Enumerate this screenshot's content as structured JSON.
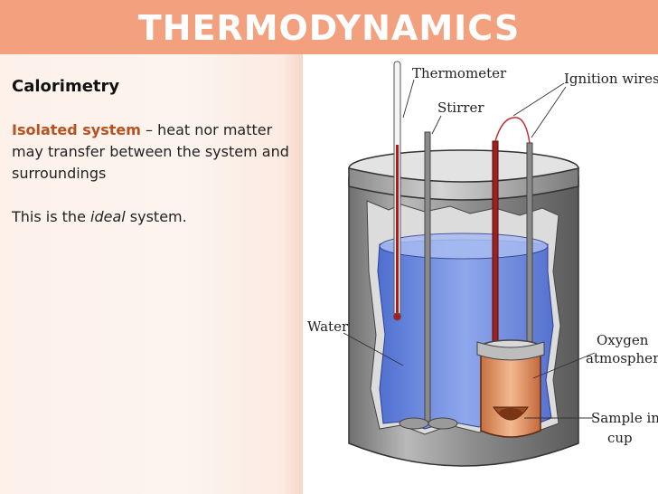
{
  "header": {
    "title": "THERMODYNAMICS"
  },
  "content": {
    "subtitle": "Calorimetry",
    "term": "Isolated system",
    "definition": " – heat nor matter may transfer between the system and surroundings",
    "ideal_prefix": "This is the ",
    "ideal_word": "ideal",
    "ideal_suffix": " system."
  },
  "figure": {
    "labels": {
      "thermometer": "Thermometer",
      "ignition": "Ignition wires",
      "stirrer": "Stirrer",
      "water": "Water",
      "oxygen_1": "Oxygen",
      "oxygen_2": "atmosphere",
      "sample_1": "Sample in",
      "sample_2": "cup"
    }
  }
}
